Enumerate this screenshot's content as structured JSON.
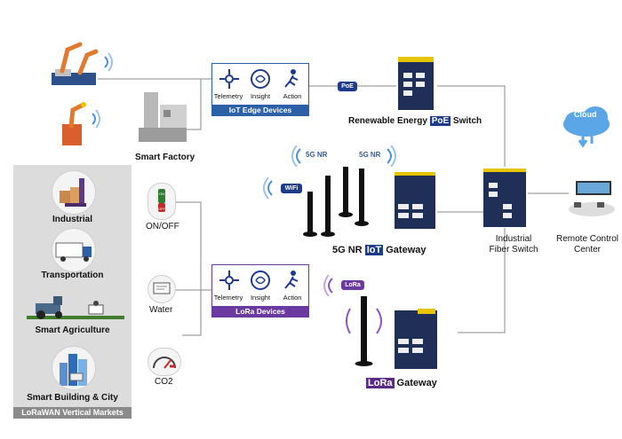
{
  "edge_box": {
    "title": "IoT Edge Devices",
    "items": [
      "Telemetry",
      "Insight",
      "Action"
    ]
  },
  "lora_box": {
    "title": "LoRa Devices",
    "items": [
      "Telemetry",
      "Insight",
      "Action"
    ]
  },
  "poe_tag": "PoE",
  "wifi_tag": "WiFi",
  "lora_tag": "LoRa",
  "nr_tag_left": "5G NR",
  "nr_tag_right": "5G NR",
  "poe_switch": {
    "pre": "Renewable Energy ",
    "hl": "PoE",
    "post": " Switch"
  },
  "nr_gateway": {
    "pre": "5G NR ",
    "hl": "IoT",
    "post": " Gateway"
  },
  "lora_gateway": {
    "hl": "LoRa",
    "post": " Gateway"
  },
  "industrial_switch": {
    "line1": "Industrial",
    "line2": "Fiber Switch"
  },
  "remote_center": {
    "line1": "Remote Control",
    "line2": "Center"
  },
  "cloud_label": "Cloud",
  "smart_factory_label": "Smart Factory",
  "sensors": {
    "onoff": "ON/OFF",
    "water": "Water",
    "co2": "CO2",
    "on_text": "ON",
    "off_text": "OFF"
  },
  "markets": {
    "items": [
      "Industrial",
      "Transportation",
      "Smart Agriculture",
      "Smart Building & City"
    ],
    "footer": "LoRaWAN Vertical Markets"
  },
  "colors": {
    "edge": "#2b5fa6",
    "lora": "#6b3aa0",
    "navy": "#1e3a8a"
  }
}
